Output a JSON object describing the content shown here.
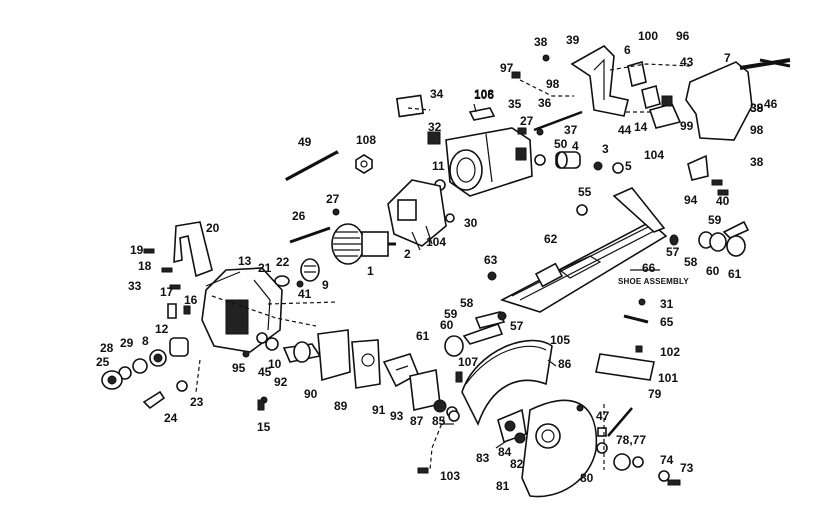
{
  "diagram": {
    "caption_shoe": "SHOE ASSEMBLY",
    "labels": [
      "1",
      "2",
      "3",
      "4",
      "5",
      "6",
      "7",
      "8",
      "9",
      "10",
      "11",
      "12",
      "13",
      "14",
      "15",
      "16",
      "17",
      "18",
      "19",
      "20",
      "21",
      "22",
      "23",
      "24",
      "25",
      "26",
      "27",
      "27",
      "28",
      "29",
      "30",
      "31",
      "32",
      "33",
      "34",
      "35",
      "36",
      "37",
      "38",
      "38",
      "38",
      "39",
      "39",
      "40",
      "41",
      "43",
      "44",
      "45",
      "46",
      "47",
      "49",
      "50",
      "55",
      "57",
      "57",
      "58",
      "58",
      "59",
      "59",
      "60",
      "60",
      "61",
      "61",
      "62",
      "63",
      "65",
      "66",
      "73",
      "74",
      "78,77",
      "79",
      "80",
      "81",
      "82",
      "83",
      "84",
      "85",
      "86",
      "87",
      "89",
      "90",
      "91",
      "92",
      "93",
      "94",
      "95",
      "96",
      "97",
      "98",
      "98",
      "99",
      "100",
      "101",
      "102",
      "103",
      "104",
      "104",
      "105",
      "106",
      "107",
      "108",
      "108"
    ]
  }
}
